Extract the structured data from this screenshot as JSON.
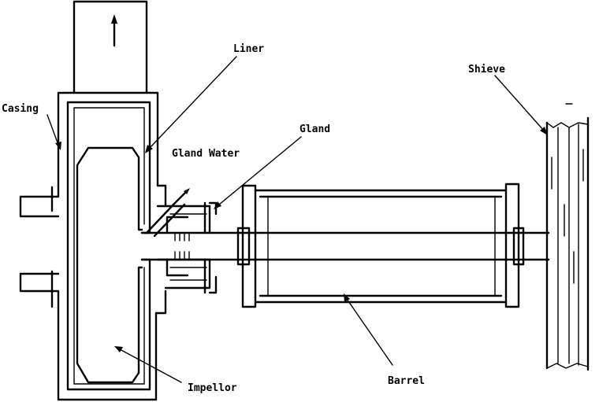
{
  "labels": {
    "casing": "Casing",
    "liner": "Liner",
    "gland": "Gland",
    "gland_water": "Gland Water",
    "shieve": "Shieve",
    "impellor": "Impellor",
    "barrel": "Barrel"
  },
  "colors": {
    "ink": "#000000",
    "paper": "#ffffff"
  }
}
